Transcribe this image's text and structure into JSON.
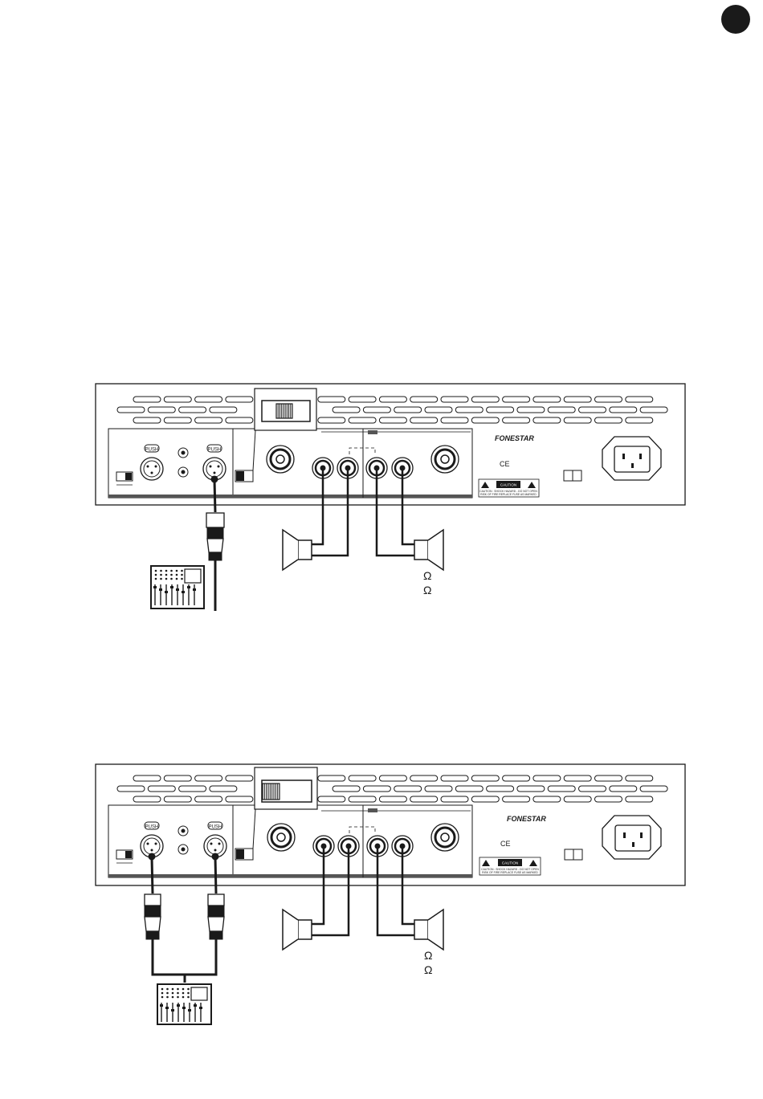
{
  "page": {
    "corner_mark": "black-circle-marker"
  },
  "diagrams": [
    {
      "id": "stereo",
      "brand": "FONESTAR",
      "push_label": "PUSH",
      "ce_mark": "CE",
      "caution_label": "CAUTION",
      "caution_text": "CAUTION : SHOCK HAZARD - DO NOT OPEN",
      "caution_text_2": "RISK OF FIRE REPLACE FUSE AS MARKED",
      "ohm_1": "Ω",
      "ohm_2": "Ω"
    },
    {
      "id": "bridge",
      "brand": "FONESTAR",
      "push_label": "PUSH",
      "ce_mark": "CE",
      "caution_label": "CAUTION",
      "caution_text": "CAUTION : SHOCK HAZARD - DO NOT OPEN",
      "caution_text_2": "RISK OF FIRE REPLACE FUSE AS MARKED",
      "ohm_1": "Ω",
      "ohm_2": "Ω"
    }
  ],
  "colors": {
    "ink": "#1a1a1a",
    "panel_bar": "#555555",
    "background": "#ffffff"
  }
}
